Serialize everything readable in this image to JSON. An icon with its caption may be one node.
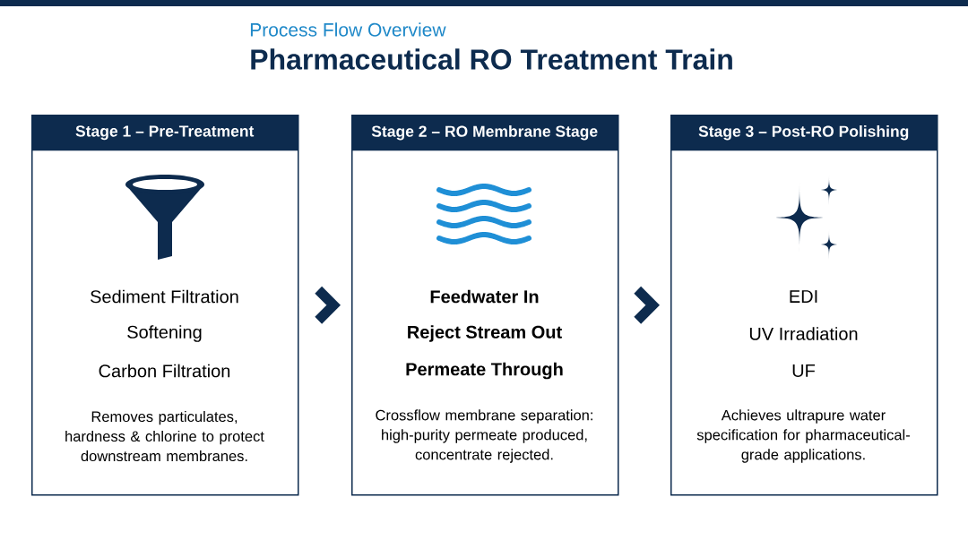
{
  "diagram": {
    "title": "Pharmaceutical RO Treatment Train",
    "nodes": [
      {
        "text": [
          "Stage 1 – Pre-Treatment",
          "Sediment Filtration",
          "Softening",
          "Carbon Filtration",
          "Removes particulates, hardness & chlorine to protect downstream membranes."
        ]
      },
      {
        "text": [
          "Stage 2 – RO Membrane Stage",
          "Feedwater In",
          "Reject Stream Out",
          "Permeate Through",
          "Crossflow membrane separation: high-purity permeate produced, concentrate rejected."
        ]
      },
      {
        "text": [
          "Stage 3 – Post-RO Polishing",
          "EDI",
          "UV Irradiation",
          "UF",
          "Achieves ultrapure water specification for pharmaceutical-grade applications."
        ]
      }
    ],
    "edges": [
      {
        "from": 0,
        "to": 1,
        "arrow": "to"
      },
      {
        "from": 1,
        "to": 2,
        "arrow": "to"
      }
    ],
    "labels": [
      "Process Flow Overview"
    ]
  }
}
